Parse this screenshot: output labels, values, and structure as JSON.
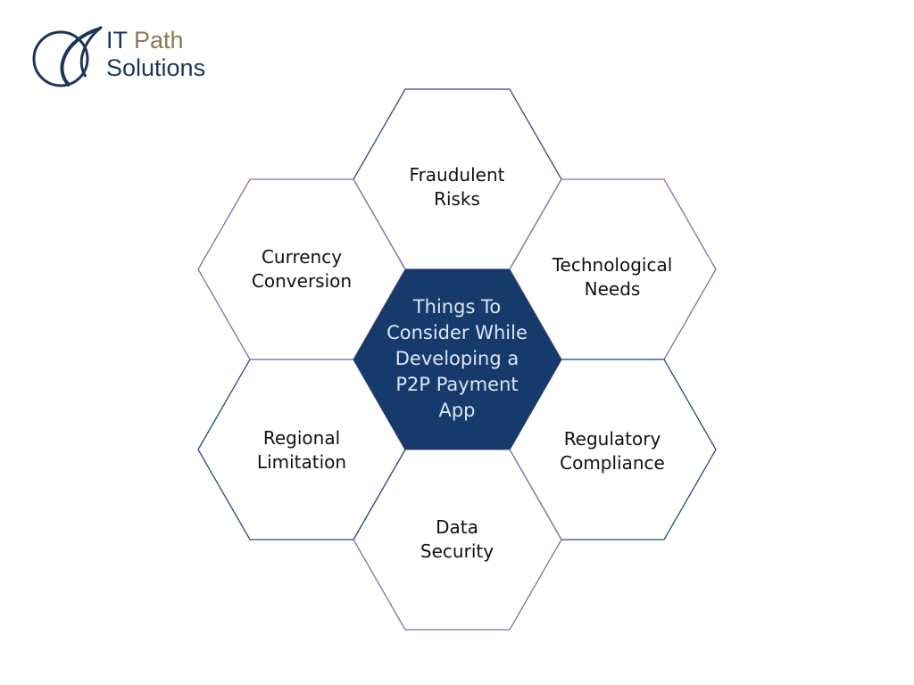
{
  "logo": {
    "line1_a": "IT",
    "line1_b": "Path",
    "line2": "Solutions"
  },
  "diagram": {
    "center": [
      "Things To",
      "Consider While",
      "Developing a",
      "P2P Payment",
      "App"
    ],
    "items": [
      {
        "label": [
          "Fraudulent",
          "Risks"
        ]
      },
      {
        "label": [
          "Technological",
          "Needs"
        ]
      },
      {
        "label": [
          "Regulatory",
          "Compliance"
        ]
      },
      {
        "label": [
          "Data",
          "Security"
        ]
      },
      {
        "label": [
          "Regional",
          "Limitation"
        ]
      },
      {
        "label": [
          "Currency",
          "Conversion"
        ]
      }
    ]
  },
  "colors": {
    "navy": "#173a6d",
    "purple": "#8b6ca3"
  }
}
